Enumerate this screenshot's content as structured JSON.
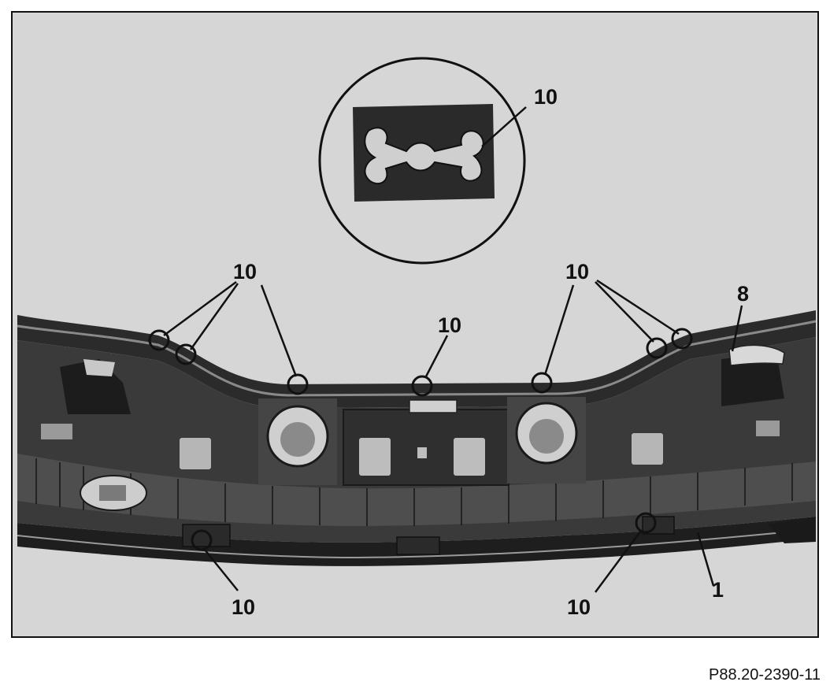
{
  "figure": {
    "reference_code": "P88.20-2390-11",
    "callouts": {
      "inset": "10",
      "upper_left": "10",
      "upper_center": "10",
      "upper_right": "10",
      "part_8": "8",
      "lower_left": "10",
      "lower_right": "10",
      "part_1": "1"
    },
    "colors": {
      "background": "#d6d6d6",
      "part": "#3a3a3a",
      "dark": "#1e1e1e",
      "light": "#bdbdbd",
      "line": "#111111"
    }
  }
}
